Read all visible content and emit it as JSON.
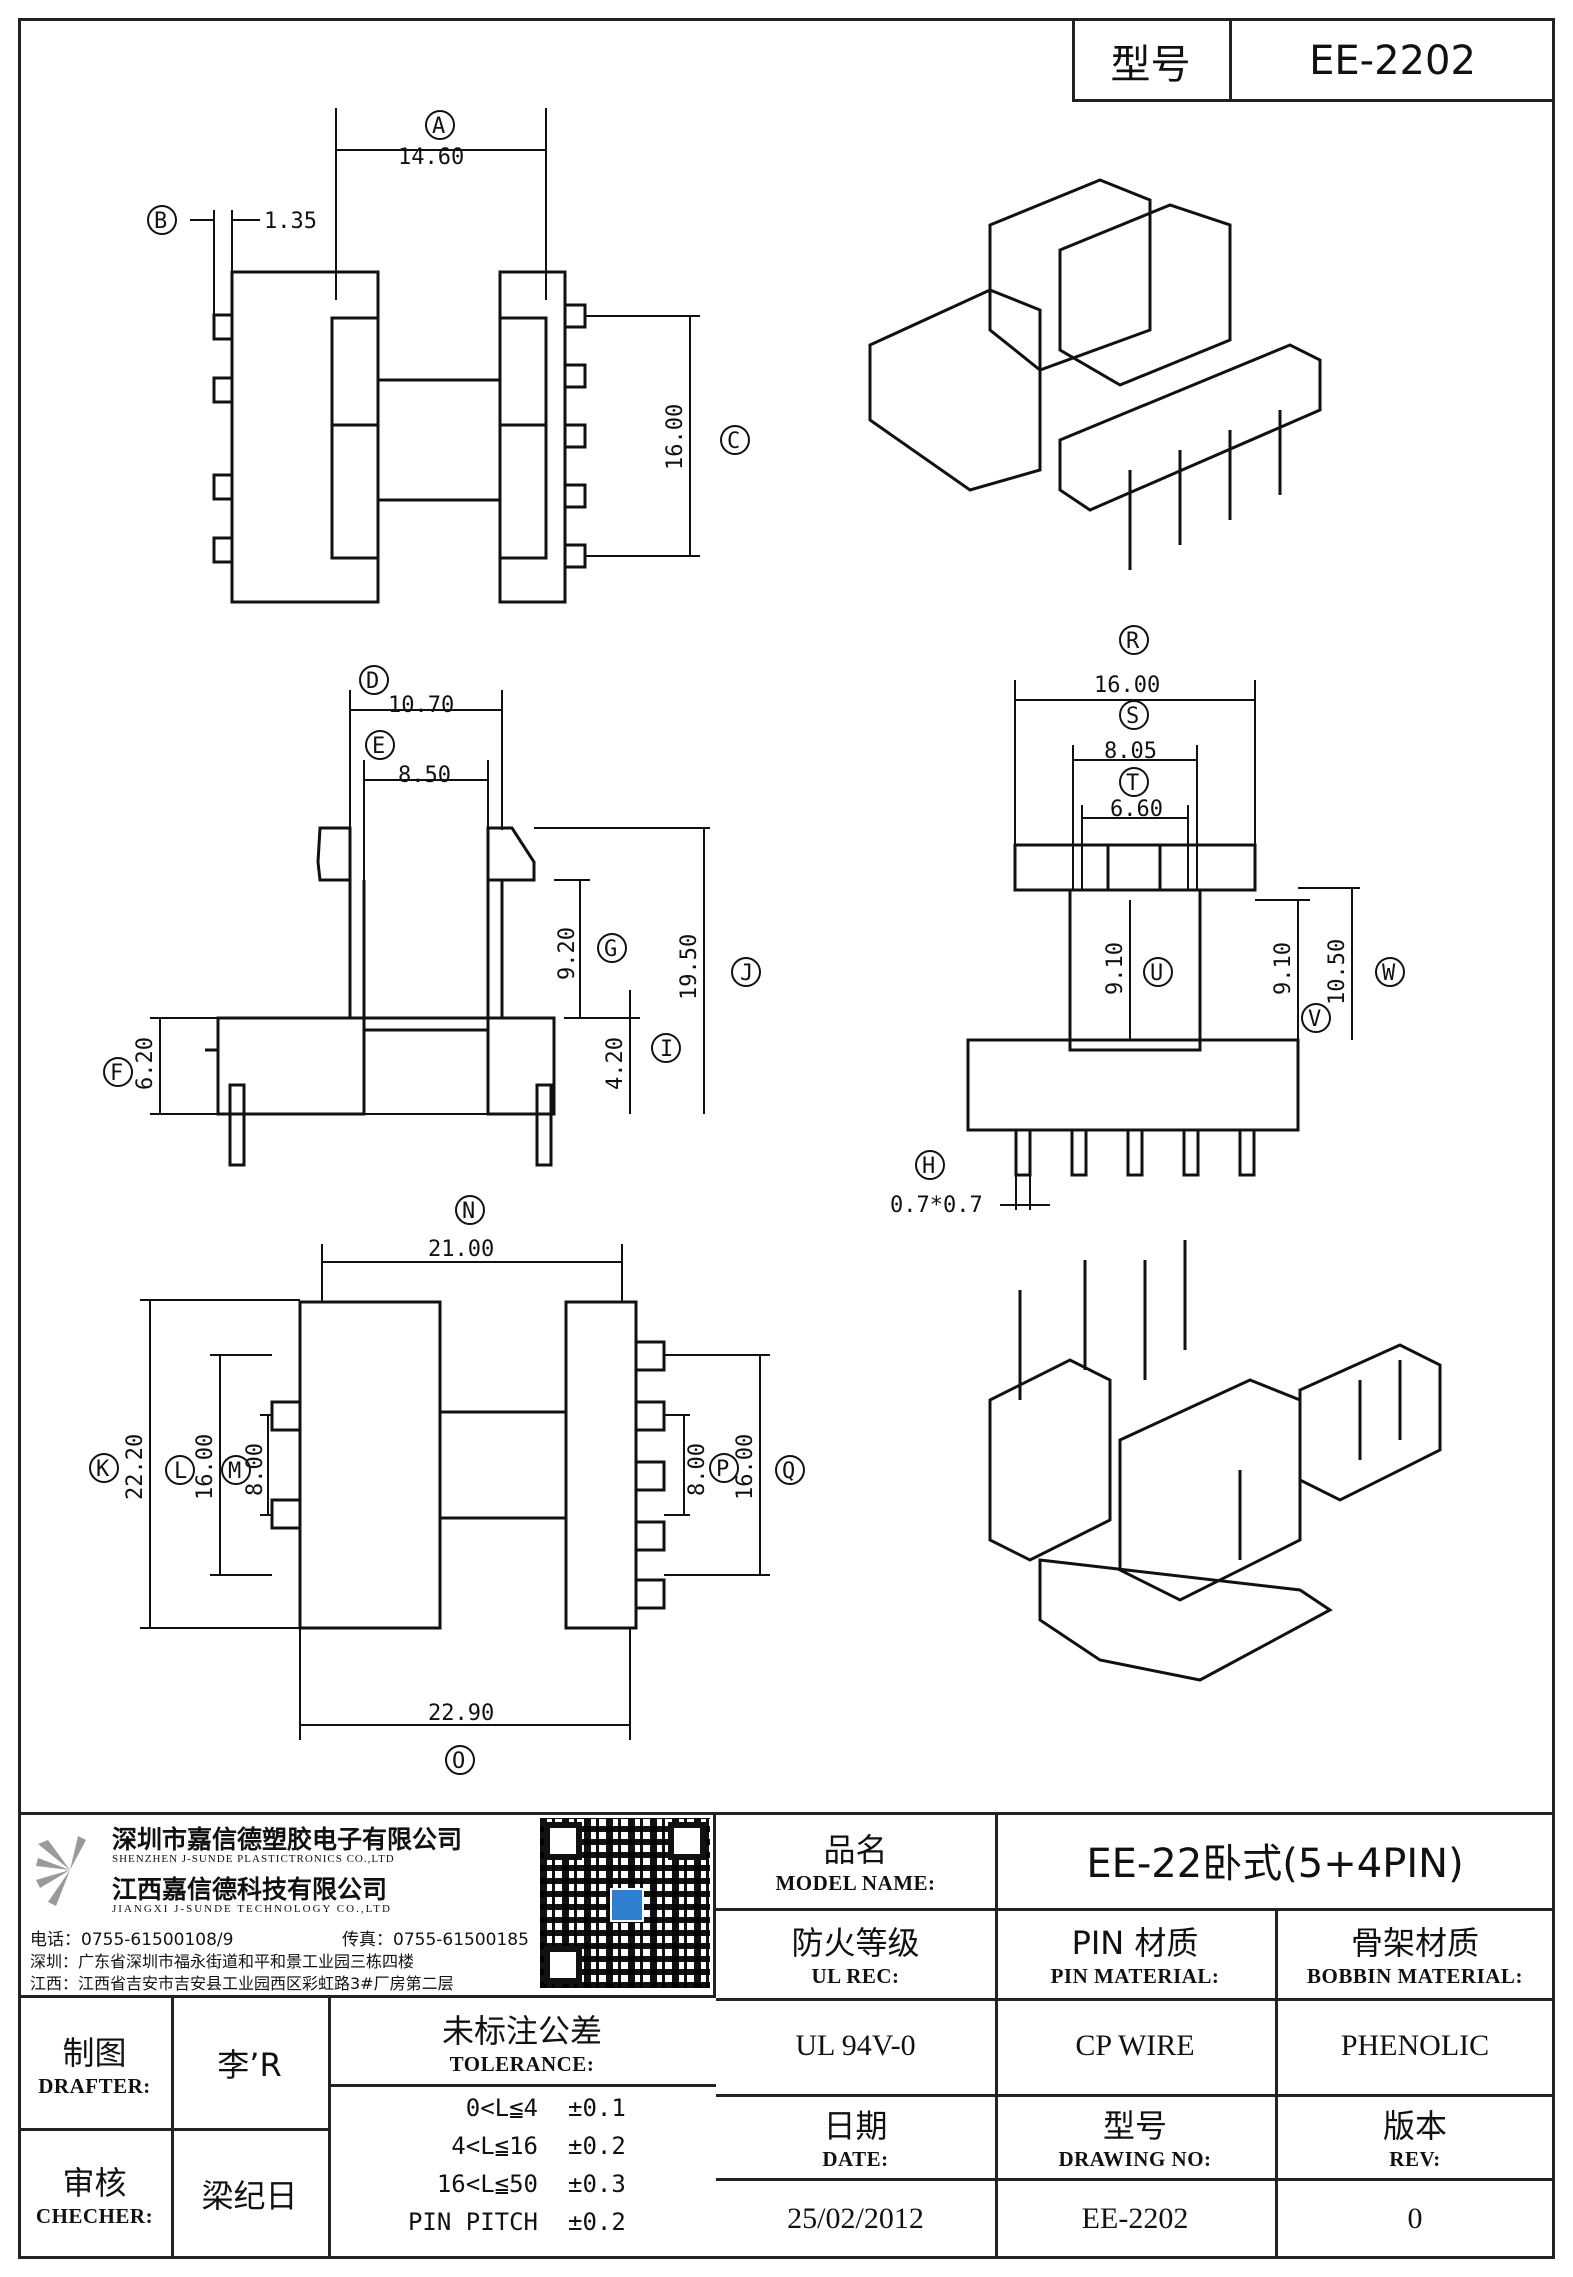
{
  "header": {
    "model_label": "型号",
    "model_value": "EE-2202"
  },
  "dims": {
    "A": "14.60",
    "B": "1.35",
    "C": "16.00",
    "D": "10.70",
    "E": "8.50",
    "F": "6.20",
    "G": "9.20",
    "I": "4.20",
    "J": "19.50",
    "R": "16.00",
    "S": "8.05",
    "T": "6.60",
    "U": "9.10",
    "V": "9.10",
    "W": "10.50",
    "H": "0.7*0.7",
    "N": "21.00",
    "K": "22.20",
    "L": "16.00",
    "M": "8.00",
    "P": "8.00",
    "Q": "16.00",
    "O": "22.90"
  },
  "letters": [
    "A",
    "B",
    "C",
    "D",
    "E",
    "F",
    "G",
    "I",
    "J",
    "R",
    "S",
    "T",
    "U",
    "V",
    "W",
    "H",
    "N",
    "K",
    "L",
    "M",
    "P",
    "Q",
    "O"
  ],
  "company": {
    "name_cn": "深圳市嘉信德塑胶电子有限公司",
    "name_en": "SHENZHEN J-SUNDE PLASTICTRONICS CO.,LTD",
    "name2_cn": "江西嘉信德科技有限公司",
    "name2_en": "JIANGXI J-SUNDE TECHNOLOGY CO.,LTD",
    "tel": "电话：0755-61500108/9",
    "fax": "传真：0755-61500185",
    "addr1": "深圳：广东省深圳市福永街道和平和景工业园三栋四楼",
    "addr2": "江西：江西省吉安市吉安县工业园西区彩虹路3#厂房第二层"
  },
  "title_block": {
    "model_name_cn": "品名",
    "model_name_en": "MODEL NAME:",
    "model_name_value": "EE-22卧式(5+4PIN)",
    "ul_cn": "防火等级",
    "ul_en": "UL REC:",
    "ul_value": "UL 94V-0",
    "pin_cn": "PIN 材质",
    "pin_en": "PIN MATERIAL:",
    "pin_value": "CP WIRE",
    "bobbin_cn": "骨架材质",
    "bobbin_en": "BOBBIN MATERIAL:",
    "bobbin_value": "PHENOLIC",
    "date_cn": "日期",
    "date_en": "DATE:",
    "date_value": "25/02/2012",
    "drawno_cn": "型号",
    "drawno_en": "DRAWING NO:",
    "drawno_value": "EE-2202",
    "rev_cn": "版本",
    "rev_en": "REV:",
    "rev_value": "0",
    "drafter_cn": "制图",
    "drafter_en": "DRAFTER:",
    "drafter_value": "李’R",
    "checker_cn": "审核",
    "checker_en": "CHECHER:",
    "checker_value": "梁纪日",
    "tol_cn": "未标注公差",
    "tol_en": "TOLERANCE:",
    "tolerances": [
      {
        "range": "0<L≦4",
        "value": "±0.1"
      },
      {
        "range": "4<L≦16",
        "value": "±0.2"
      },
      {
        "range": "16<L≦50",
        "value": "±0.3"
      },
      {
        "range": "PIN PITCH",
        "value": "±0.2"
      }
    ]
  }
}
